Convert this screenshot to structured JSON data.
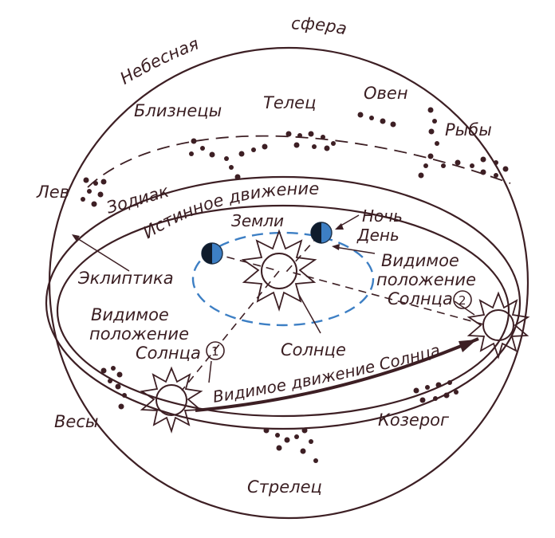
{
  "colors": {
    "ink": "#3d1f24",
    "earth": "#3d7fc4",
    "orbit": "#3d7fc4"
  },
  "labels": {
    "sphere_left": "Небесная",
    "sphere_right": "сфера",
    "zodiac": "Зодиак",
    "ecliptic": "Эклиптика",
    "true_motion_1": "Истинное движение",
    "true_motion_2": "Земли",
    "night": "Ночь",
    "day": "День",
    "apparent_pos_1_line1": "Видимое",
    "apparent_pos_1_line2": "положение",
    "apparent_pos_1_line3": "Солнца",
    "apparent_pos_1_num": "1",
    "apparent_pos_2_line1": "Видимое",
    "apparent_pos_2_line2": "положение",
    "apparent_pos_2_line3": "Солнца",
    "apparent_pos_2_num": "2",
    "sun": "Солнце",
    "apparent_motion": "Видимое движение Солнца"
  },
  "constellations": {
    "leo": "Лев",
    "gemini": "Близнецы",
    "taurus": "Телец",
    "aries": "Овен",
    "pisces": "Рыбы",
    "libra": "Весы",
    "capricorn": "Козерог",
    "sagittarius": "Стрелец"
  }
}
